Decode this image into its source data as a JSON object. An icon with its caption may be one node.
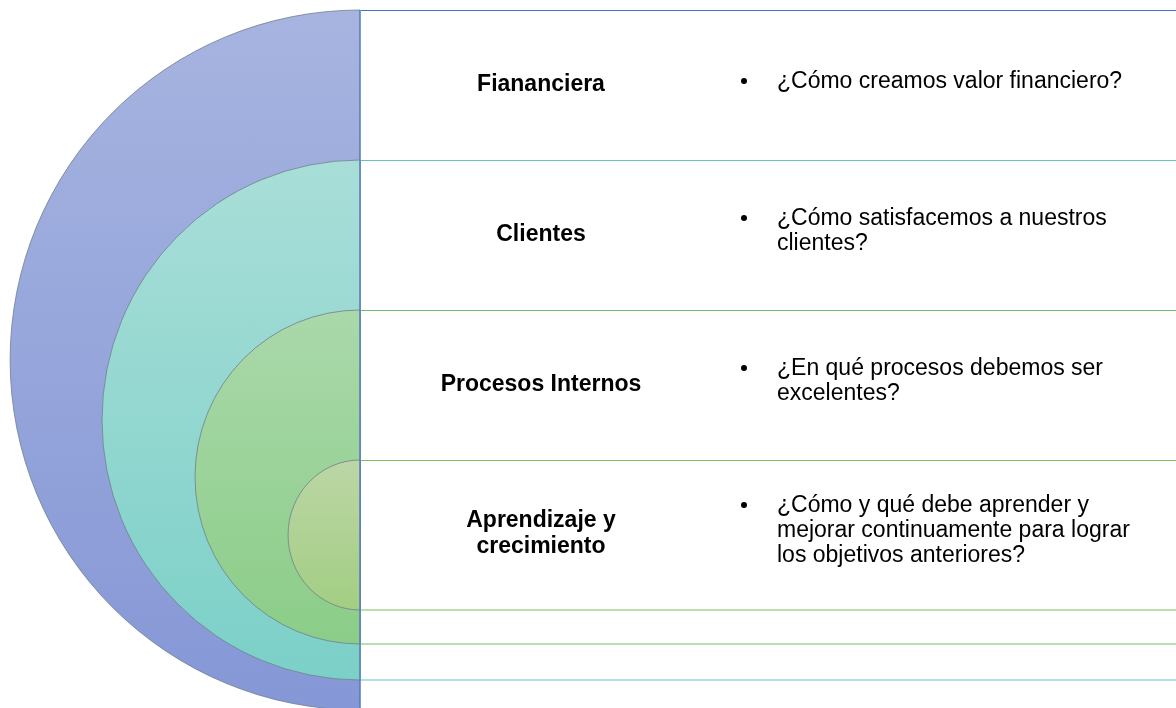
{
  "diagram": {
    "nodes": [
      {
        "text": [
          "Fiananciera",
          "¿Cómo creamos valor financiero?"
        ]
      },
      {
        "text": [
          "Clientes",
          "¿Cómo satisfacemos a nuestros clientes?"
        ]
      },
      {
        "text": [
          "Procesos Internos",
          "¿En qué procesos debemos ser excelentes?"
        ]
      },
      {
        "text": [
          "Aprendizaje y crecimiento",
          "¿Cómo y qué debe aprender y mejorar continuamente para lograr los objetivos anteriores?"
        ]
      }
    ]
  }
}
